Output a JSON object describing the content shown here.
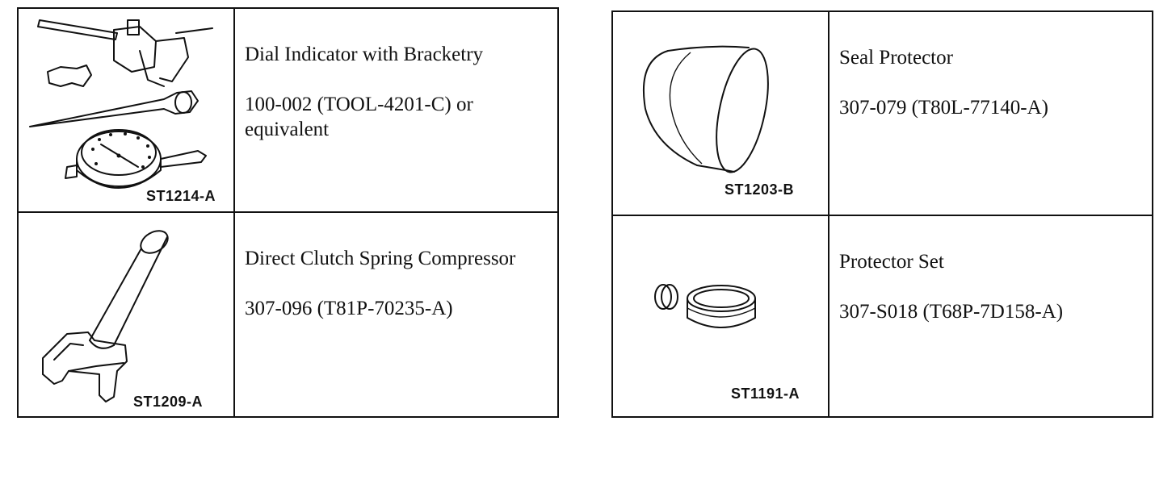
{
  "tables": {
    "left": [
      {
        "figure_id": "ST1214-A",
        "figure_icon": "dial-indicator-with-bracketry-illustration",
        "name": "Dial Indicator with Bracketry",
        "part_number": "100-002 (TOOL-4201-C) or\nequivalent"
      },
      {
        "figure_id": "ST1209-A",
        "figure_icon": "spring-compressor-illustration",
        "name": "Direct Clutch Spring Compressor",
        "part_number": "307-096 (T81P-70235-A)"
      }
    ],
    "right": [
      {
        "figure_id": "ST1203-B",
        "figure_icon": "seal-protector-illustration",
        "name": "Seal Protector",
        "part_number": "307-079 (T80L-77140-A)"
      },
      {
        "figure_id": "ST1191-A",
        "figure_icon": "protector-set-illustration",
        "name": "Protector Set",
        "part_number": "307-S018 (T68P-7D158-A)"
      }
    ]
  }
}
